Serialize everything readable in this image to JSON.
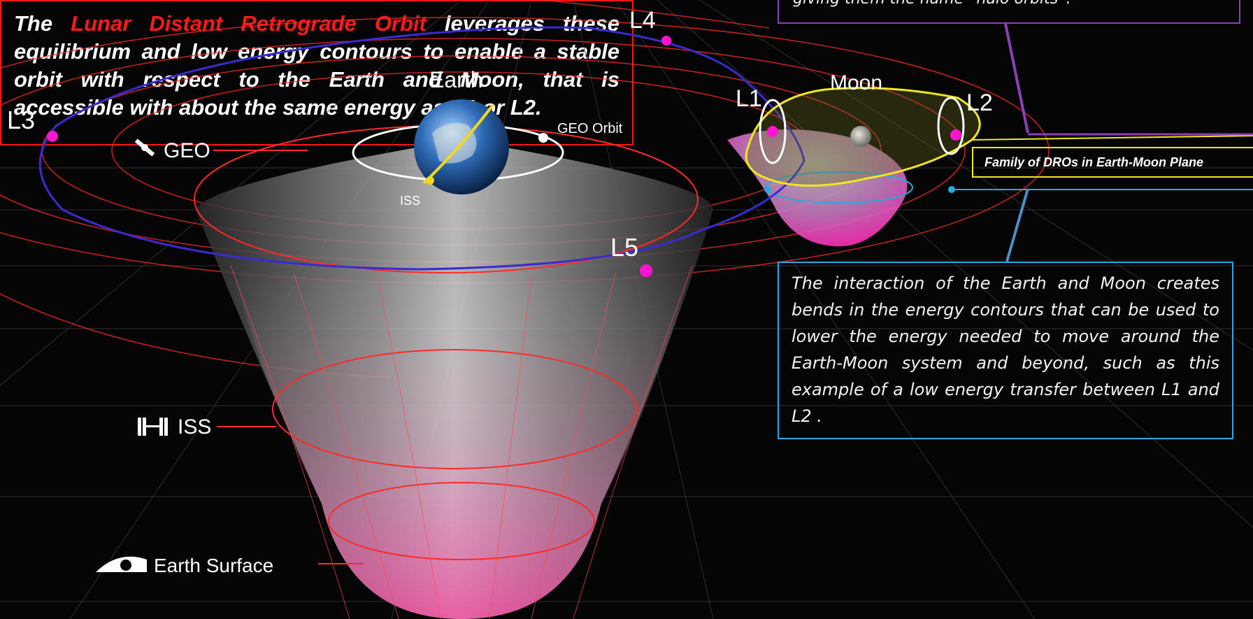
{
  "labels": {
    "L1": "L1",
    "L2": "L2",
    "L3": "L3",
    "L4": "L4",
    "L5": "L5",
    "earth": "Earth",
    "moon": "Moon",
    "geo_orbit": "GEO Orbit",
    "iss_small": "ISS",
    "geo_level": "GEO",
    "iss_level": "ISS",
    "earth_surface": "Earth Surface"
  },
  "callouts": {
    "halo_text": "giving them the name “halo orbits”.",
    "dro_text": "Family of DROs in Earth-Moon Plane",
    "contours_text": "The interaction of the Earth and Moon creates bends in the energy contours that can be used to lower the energy needed to move around the Earth-Moon system and beyond, such as this example of a low energy transfer between L1 and L2 .",
    "dro_pre": "The",
    "dro_highlight": "Lunar Distant Retrograde Orbit",
    "dro_post": "leverages these equilibrium and low energy contours to enable a stable orbit with respect to the Earth and Moon, that is accessible with about the same energy as L1 or L2."
  },
  "colors": {
    "background": "#050505",
    "contour_red": "#ff2a2a",
    "orbit_blue": "#3a2ad0",
    "lagrange_magenta": "#ff14d2",
    "halo_purple": "#8b3fb5",
    "dro_yellow": "#f2e61e",
    "transfer_cyan": "#2ba8dd",
    "ldro_red": "#ff1616"
  }
}
